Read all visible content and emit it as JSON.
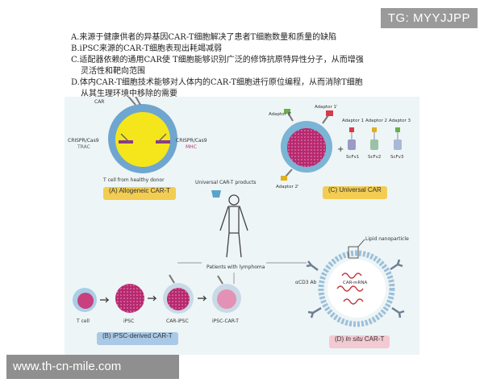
{
  "watermark_top": "TG: MYYJJPP",
  "watermark_bottom": "www.th-cn-mile.com",
  "caption": [
    "A.来源于健康供者的异基因CAR-T细胞解决了患者T细胞数量和质量的缺陷",
    "B.iPSC来源的CAR-T细胞表现出耗竭减弱",
    "C.适配器依赖的通用CAR使 T细胞能够识别广泛的修饰抗原特异性分子，从而增强",
    "灵活性和靶向范围",
    "D.体内CAR-T细胞技术能够对人体内的CAR-T细胞进行原位编程，从而消除T细胞",
    "从其生理环境中移除的需要"
  ],
  "panel_a": {
    "label": "(A) Allogeneic CAR-T",
    "car": "CAR",
    "crispr_left": "CRISPR/Cas9",
    "trac": "TRAC",
    "crispr_right": "CRISPR/Cas9",
    "mhc": "MHC",
    "subtitle": "T cell from healthy donor"
  },
  "panel_c": {
    "label": "(C) Universal CAR",
    "adaptor3p": "Adaptor 3'",
    "adaptor1p": "Adaptor 1'",
    "adaptor2p": "Adaptor 2'",
    "plus": "+",
    "adaptors": [
      "Adaptor 1",
      "Adaptor 2",
      "Adaptor 3"
    ],
    "scfvs": [
      "ScFv1",
      "ScFv2",
      "ScFv3"
    ]
  },
  "center": {
    "products": "Universal CAR-T products",
    "patients": "Patients with lymphoma"
  },
  "panel_b": {
    "label": "(B) iPSC-derived CAR-T",
    "cells": [
      "T cell",
      "iPSC",
      "CAR-iPSC",
      "iPSC-CAR-T"
    ]
  },
  "panel_d": {
    "label_prefix": "(D) ",
    "label_em": "In situ",
    "label_suffix": " CAR-T",
    "lipid": "Lipid nanoparticle",
    "cd3": "αCD3 Ab",
    "mrna": "CAR-mRNA"
  },
  "colors": {
    "label_gold": "#f2cd52",
    "label_blue": "#a9c9e6",
    "label_pink": "#f3c9d2",
    "figure_bg": "#eef5f6",
    "cell_yellow": "#f5e61c",
    "cell_magenta": "#b8286f"
  }
}
